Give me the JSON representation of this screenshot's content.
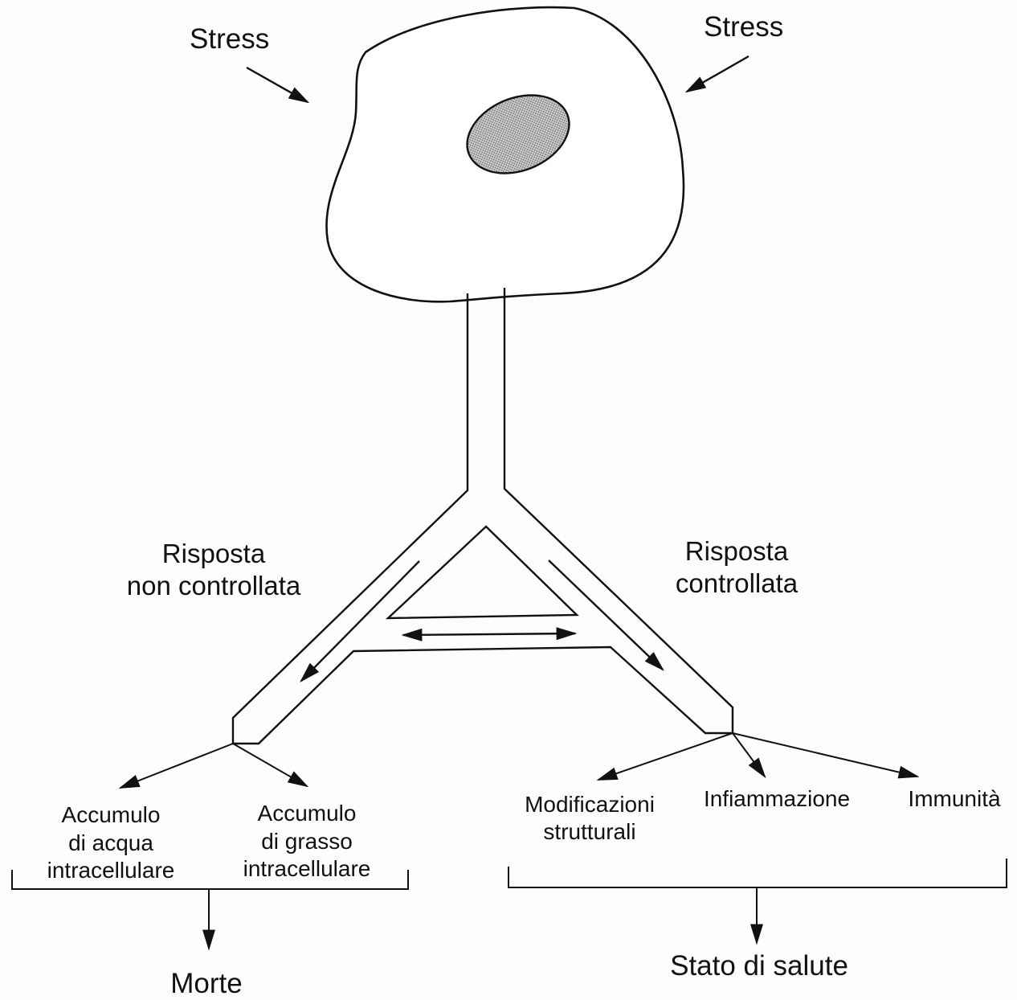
{
  "diagram": {
    "stress_left": "Stress",
    "stress_right": "Stress",
    "uncontrolled_response": [
      "Risposta",
      "non controllata"
    ],
    "controlled_response": [
      "Risposta",
      "controllata"
    ],
    "left_items": [
      [
        "Accumulo",
        "di acqua",
        "intracellulare"
      ],
      [
        "Accumulo",
        "di grasso",
        "intracellulare"
      ]
    ],
    "right_items": [
      [
        "Modificazioni",
        "strutturali"
      ],
      [
        "Infiammazione"
      ],
      [
        "Immunità"
      ]
    ],
    "outcome_left": "Morte",
    "outcome_right": "Stato di salute"
  }
}
